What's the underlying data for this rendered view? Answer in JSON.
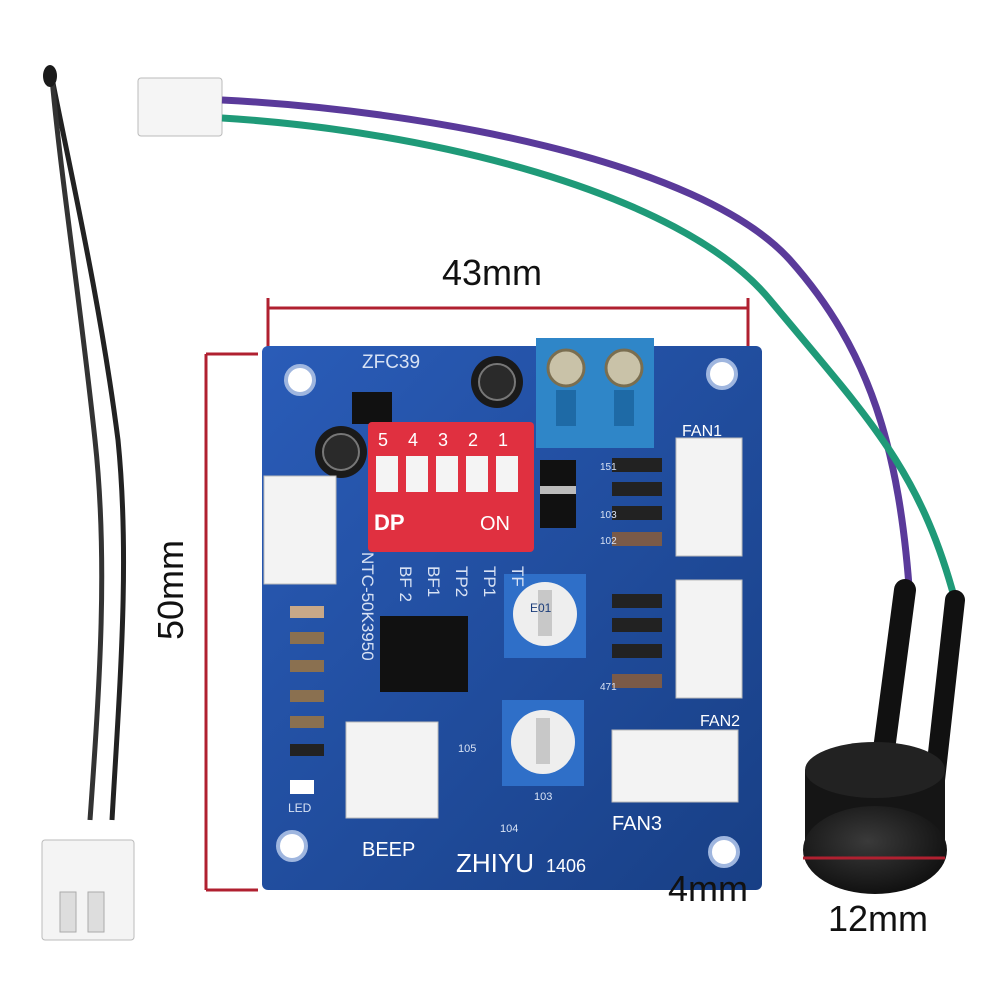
{
  "dimensions": {
    "width_label": "43mm",
    "height_label": "50mm",
    "hole_label": "4mm",
    "buzzer_label": "12mm"
  },
  "board": {
    "model_top": "ZFC39",
    "brand": "ZHIYU",
    "code": "1406",
    "dip_label": "DP",
    "dip_on": "ON",
    "dip_numbers": [
      "5",
      "4",
      "3",
      "2",
      "1"
    ],
    "switch_legend": [
      "TF",
      "TP1",
      "TP2",
      "BF1",
      "BF 2"
    ],
    "sensor_label": "NTC-50K3950",
    "beep_label": "BEEP",
    "led_label": "LED",
    "fan1_label": "FAN1",
    "fan2_label": "FAN2",
    "fan3_label": "FAN3",
    "trim_code": "103",
    "resistor_codes": [
      "151",
      "103",
      "102",
      "471"
    ],
    "cap_code": "105",
    "small_code": "104",
    "trim_text": "E01"
  },
  "colors": {
    "pcb": "#1f4a9a",
    "pcb_dark": "#173c80",
    "dip_red": "#e03040",
    "terminal_blue": "#2f86c8",
    "wire_purple": "#5a3a9a",
    "wire_green": "#1f9a78",
    "dimension_red": "#b02030"
  }
}
